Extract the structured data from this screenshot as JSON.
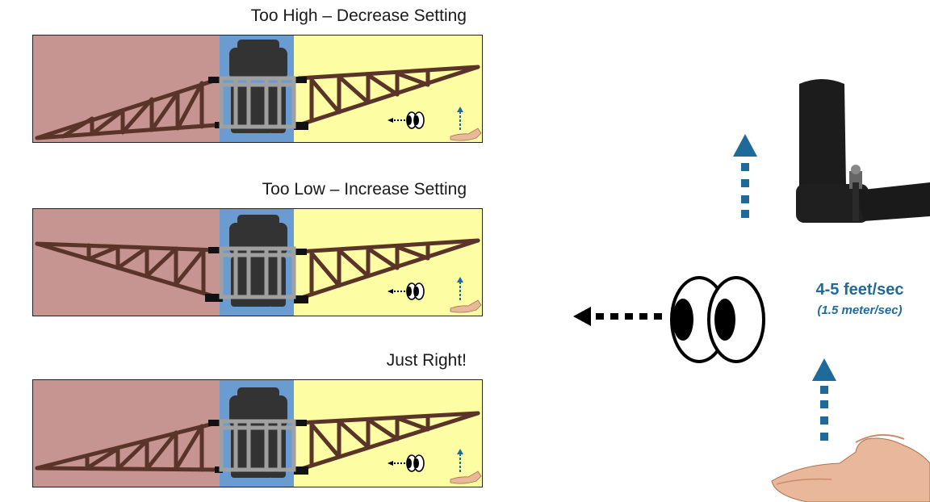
{
  "panels": [
    {
      "title": "Too High – Decrease Setting",
      "state": "too-high"
    },
    {
      "title": "Too Low – Increase Setting",
      "state": "too-low"
    },
    {
      "title": "Just Right!",
      "state": "just-right"
    }
  ],
  "speed": {
    "main": "4-5 feet/sec",
    "sub": "(1.5 meter/sec)"
  },
  "colors": {
    "left_field": "#c79591",
    "right_field": "#fdfda4",
    "center_track": "#6a9bd1",
    "boom": "#5a3428",
    "frame": "#a0a0a0",
    "tractor": "#333333",
    "arrow_blue": "#1e6b9a",
    "skin": "#e9b89a"
  },
  "icons": [
    "eyes-icon",
    "arrow-left-icon",
    "arrow-up-icon",
    "hand-icon",
    "sensor-icon"
  ]
}
